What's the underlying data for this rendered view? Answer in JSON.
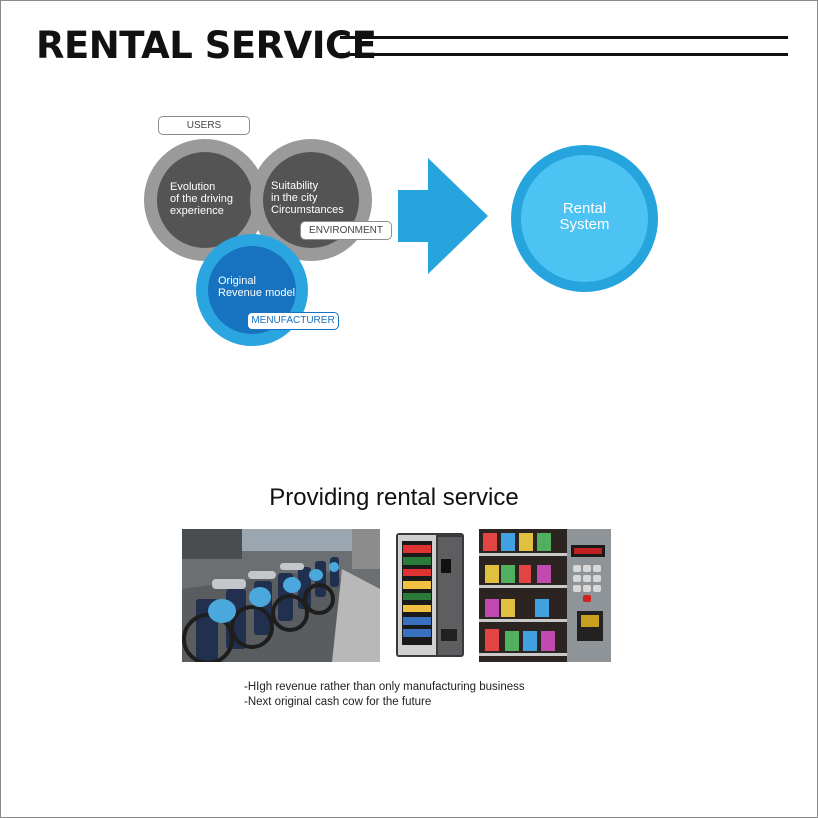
{
  "header": {
    "title": "RENTAL SERVICE"
  },
  "diagram": {
    "users": {
      "tag": "USERS",
      "text": "Evolution\nof the driving\nexperience"
    },
    "environment": {
      "tag": "ENVIRONMENT",
      "text": "Suitability\nin the city\nCircumstances"
    },
    "manufacturer": {
      "tag": "MENUFACTURER",
      "text": "Original\nRevenue model"
    },
    "result": {
      "text": "Rental\nSystem"
    },
    "colors": {
      "gray_ring": "#9a9a9a",
      "gray_fill": "#545454",
      "blue_dark": "#1772c0",
      "blue_light": "#2aa5e0",
      "rental_fill": "#4cc3f2"
    }
  },
  "section": {
    "subtitle": "Providing rental service",
    "photos": [
      "bike-share-station-photo",
      "drink-vending-machine-photo",
      "snack-vending-machine-photo"
    ],
    "bullets": [
      "-HIgh revenue rather than only manufacturing business",
      "-Next original cash cow for the future"
    ]
  }
}
